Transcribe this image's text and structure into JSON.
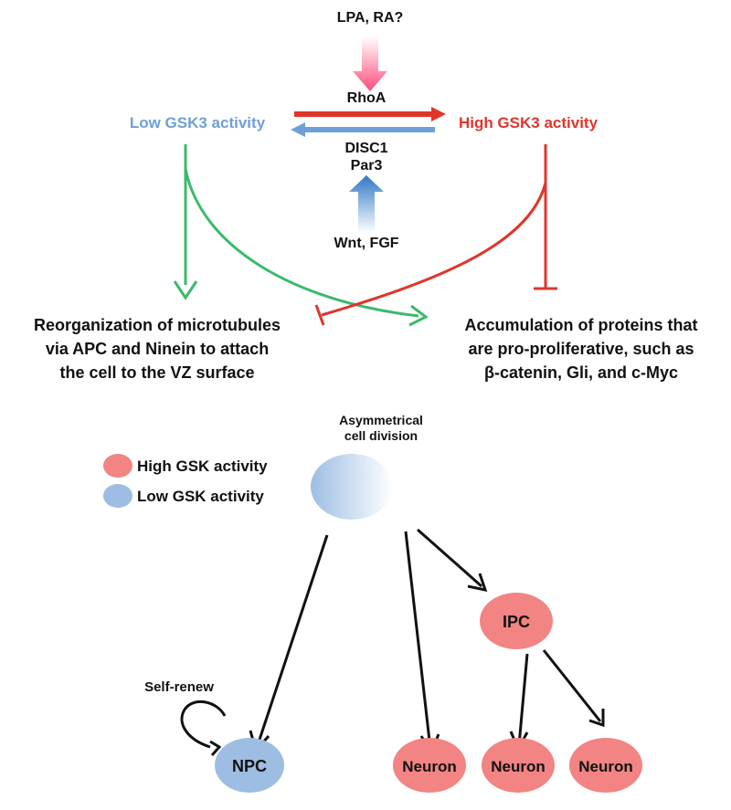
{
  "colors": {
    "low": "#6f9fd8",
    "high": "#e0352b",
    "green": "#3aba6b",
    "pink": "#ff4d7d",
    "blue_arrow": "#2f78c4",
    "cell_high": "#f28484",
    "cell_low": "#9dbde3",
    "text": "#111111"
  },
  "top": {
    "input_top": "LPA, RA?",
    "rhoa": "RhoA",
    "low_label": "Low GSK3 activity",
    "high_label": "High GSK3 activity",
    "disc1": "DISC1",
    "par3": "Par3",
    "input_bottom": "Wnt, FGF"
  },
  "outcomes": {
    "left": [
      "Reorganization of microtubules",
      "via APC and Ninein to attach",
      "the cell to the VZ surface"
    ],
    "right": [
      "Accumulation of proteins that",
      "are pro-proliferative, such as",
      "β-catenin, Gli, and c-Myc"
    ]
  },
  "legend": {
    "high": "High GSK activity",
    "low": "Low GSK activity"
  },
  "division": {
    "label_line1": "Asymmetrical",
    "label_line2": "cell division"
  },
  "cells": {
    "ipc": "IPC",
    "npc": "NPC",
    "neuron": "Neuron",
    "self_renew": "Self-renew"
  }
}
